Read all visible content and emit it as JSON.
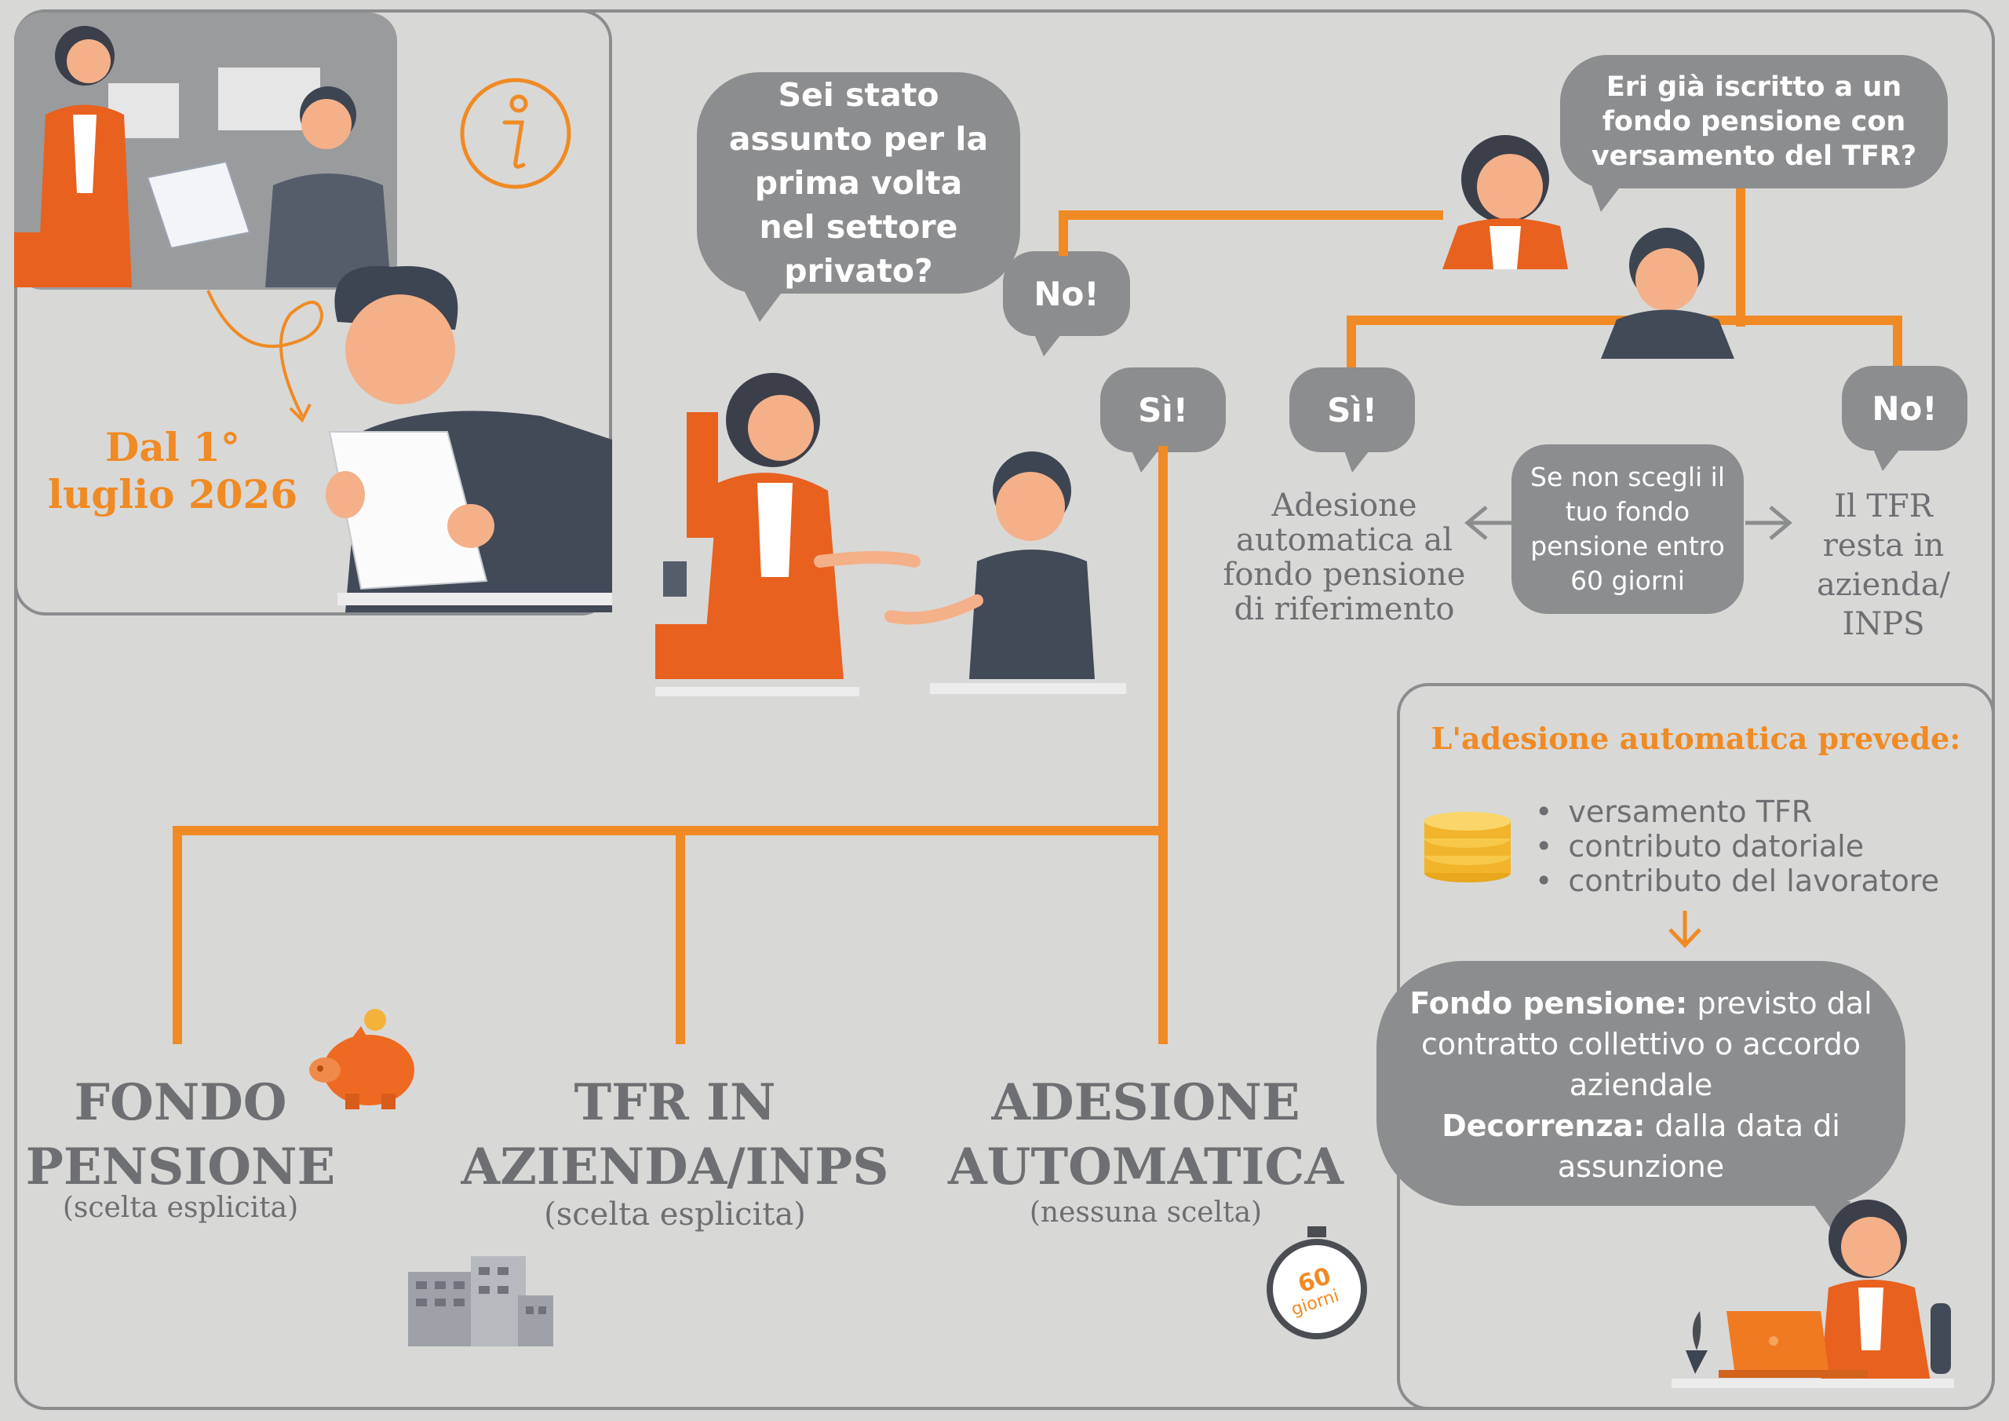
{
  "date_banner": {
    "line1": "Dal 1°",
    "line2": "luglio 2026"
  },
  "q1": {
    "text": "Sei stato assunto per la prima volta nel settore privato?"
  },
  "q1_no": "No!",
  "q1_si": "Sì!",
  "q2": {
    "text": "Eri già iscritto a un fondo pensione con versamento del TFR?"
  },
  "q2_si": "Sì!",
  "q2_no": "No!",
  "q2_note": "Se non scegli il tuo fondo pensione entro 60 giorni",
  "q2_left_result": "Adesione automatica al fondo pensione di riferimento",
  "q2_right_result": "Il TFR resta in azienda/ INPS",
  "options": [
    {
      "title": "FONDO\nPENSIONE",
      "subtitle": "(scelta esplicita)"
    },
    {
      "title": "TFR IN\nAZIENDA/INPS",
      "subtitle": "(scelta esplicita)"
    },
    {
      "title": "ADESIONE\nAUTOMATICA",
      "subtitle": "(nessuna scelta)"
    }
  ],
  "stopwatch_label": {
    "number": "60",
    "unit": "giorni"
  },
  "auto_box": {
    "title": "L'adesione automatica prevede:",
    "bullets": [
      "versamento TFR",
      "contributo datoriale",
      "contributo del lavoratore"
    ],
    "fondo_label": "Fondo pensione:",
    "fondo_text": " previsto dal contratto collettivo o accordo aziendale",
    "decorrenza_label": "Decorrenza:",
    "decorrenza_text": " dalla data di assunzione"
  },
  "colors": {
    "accent": "#f08a24",
    "grey_bubble": "#8c8d8f",
    "text_grey": "#6d6f72",
    "background": "#d8d8d6"
  },
  "icons": [
    "info-icon",
    "piggy-bank-icon",
    "office-building-icon",
    "stopwatch-icon",
    "coins-icon",
    "laptop-icon"
  ]
}
